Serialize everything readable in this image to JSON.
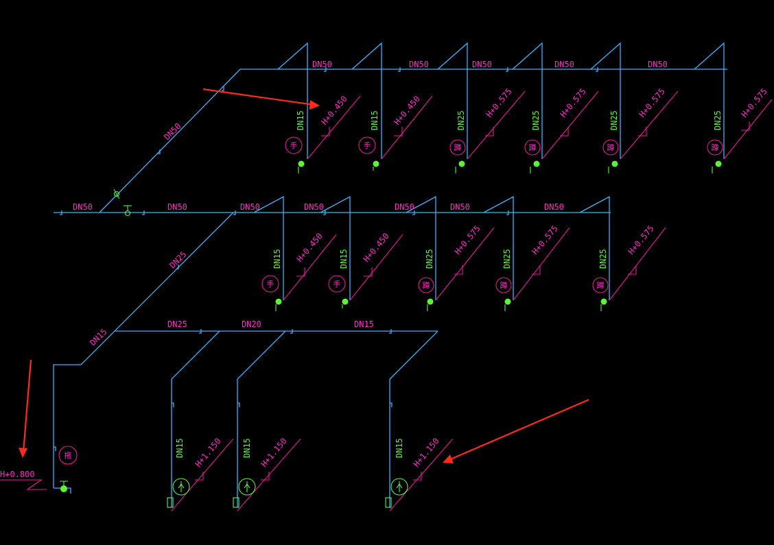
{
  "main_pipe_labels": [
    {
      "id": "t1",
      "text": "DN50"
    },
    {
      "id": "t2",
      "text": "DN50"
    },
    {
      "id": "t3",
      "text": "DN50"
    },
    {
      "id": "t4",
      "text": "DN50"
    },
    {
      "id": "t5",
      "text": "DN50"
    },
    {
      "id": "t6",
      "text": "DN50"
    },
    {
      "id": "t7",
      "text": "DN50"
    },
    {
      "id": "t8",
      "text": "DN50"
    },
    {
      "id": "t9",
      "text": "DN50"
    },
    {
      "id": "t10",
      "text": "DN50"
    },
    {
      "id": "t11",
      "text": "DN50"
    },
    {
      "id": "t12",
      "text": "DN50"
    },
    {
      "id": "t13",
      "text": "DN50"
    },
    {
      "id": "t14",
      "text": "DN25"
    },
    {
      "id": "t15",
      "text": "DN15"
    },
    {
      "id": "t16",
      "text": "DN25"
    },
    {
      "id": "t17",
      "text": "DN20"
    },
    {
      "id": "t18",
      "text": "DN15"
    }
  ],
  "branch_labels": [
    {
      "id": "b1",
      "text": "DN15"
    },
    {
      "id": "b2",
      "text": "DN15"
    },
    {
      "id": "b3",
      "text": "DN25"
    },
    {
      "id": "b4",
      "text": "DN25"
    },
    {
      "id": "b5",
      "text": "DN25"
    },
    {
      "id": "b6",
      "text": "DN25"
    },
    {
      "id": "b7",
      "text": "DN15"
    },
    {
      "id": "b8",
      "text": "DN15"
    },
    {
      "id": "b9",
      "text": "DN25"
    },
    {
      "id": "b10",
      "text": "DN25"
    },
    {
      "id": "b11",
      "text": "DN25"
    },
    {
      "id": "b12",
      "text": "DN15"
    },
    {
      "id": "b13",
      "text": "DN15"
    },
    {
      "id": "b14",
      "text": "DN15"
    }
  ],
  "elevation_labels": [
    {
      "id": "e1",
      "text": "H+0.450"
    },
    {
      "id": "e2",
      "text": "H+0.450"
    },
    {
      "id": "e3",
      "text": "H+0.575"
    },
    {
      "id": "e4",
      "text": "H+0.575"
    },
    {
      "id": "e5",
      "text": "H+0.575"
    },
    {
      "id": "e6",
      "text": "H+0.575"
    },
    {
      "id": "e7",
      "text": "H+0.450"
    },
    {
      "id": "e8",
      "text": "H+0.450"
    },
    {
      "id": "e9",
      "text": "H+0.575"
    },
    {
      "id": "e10",
      "text": "H+0.575"
    },
    {
      "id": "e11",
      "text": "H+0.575"
    },
    {
      "id": "e12",
      "text": "H+1.150"
    },
    {
      "id": "e13",
      "text": "H+1.150"
    },
    {
      "id": "e14",
      "text": "H+1.150"
    },
    {
      "id": "e15",
      "text": "H+0.800"
    }
  ],
  "fixture_symbols": [
    {
      "id": "f1",
      "text": "手"
    },
    {
      "id": "f2",
      "text": "手"
    },
    {
      "id": "f3",
      "text": "蹲"
    },
    {
      "id": "f4",
      "text": "蹲"
    },
    {
      "id": "f5",
      "text": "蹲"
    },
    {
      "id": "f6",
      "text": "蹲"
    },
    {
      "id": "f7",
      "text": "手"
    },
    {
      "id": "f8",
      "text": "手"
    },
    {
      "id": "f9",
      "text": "蹲"
    },
    {
      "id": "f10",
      "text": "蹲"
    },
    {
      "id": "f11",
      "text": "蹲"
    },
    {
      "id": "f12",
      "text": "拖"
    }
  ],
  "colors": {
    "background": "#000000",
    "pipe": "#3fb2ff",
    "label": "#ff2cc8",
    "branch_label": "#5ef23c",
    "annotation_arrow": "#ff2a1c"
  }
}
